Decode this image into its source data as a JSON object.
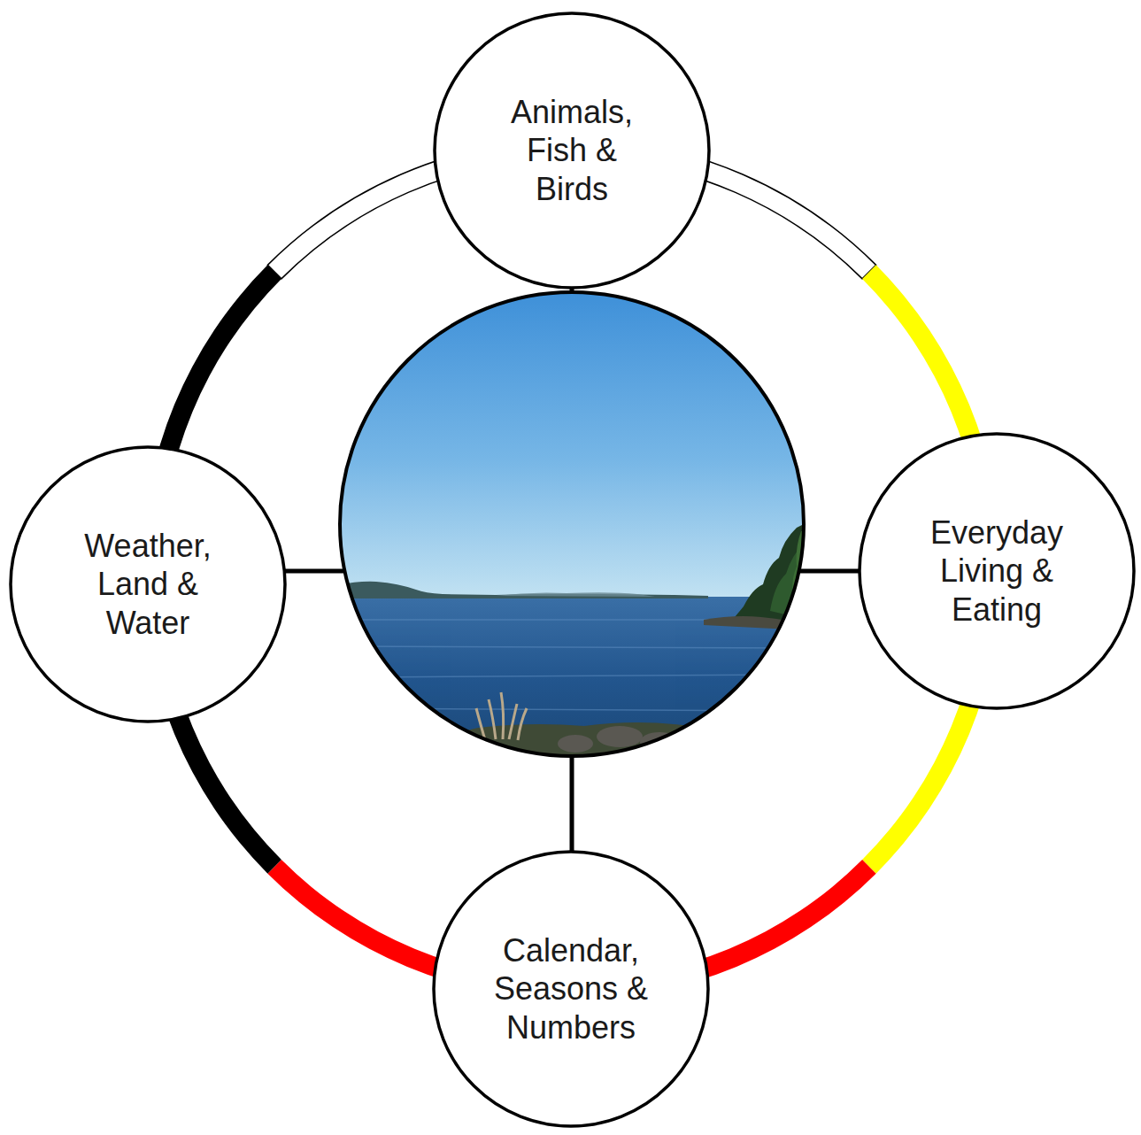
{
  "diagram": {
    "nodes": [
      {
        "text": [
          "Animals, Fish & Birds"
        ]
      },
      {
        "text": [
          "Weather, Land & Water"
        ]
      },
      {
        "text": [
          "Everyday Living & Eating"
        ]
      },
      {
        "text": [
          "Calendar, Seasons & Numbers"
        ]
      }
    ]
  }
}
